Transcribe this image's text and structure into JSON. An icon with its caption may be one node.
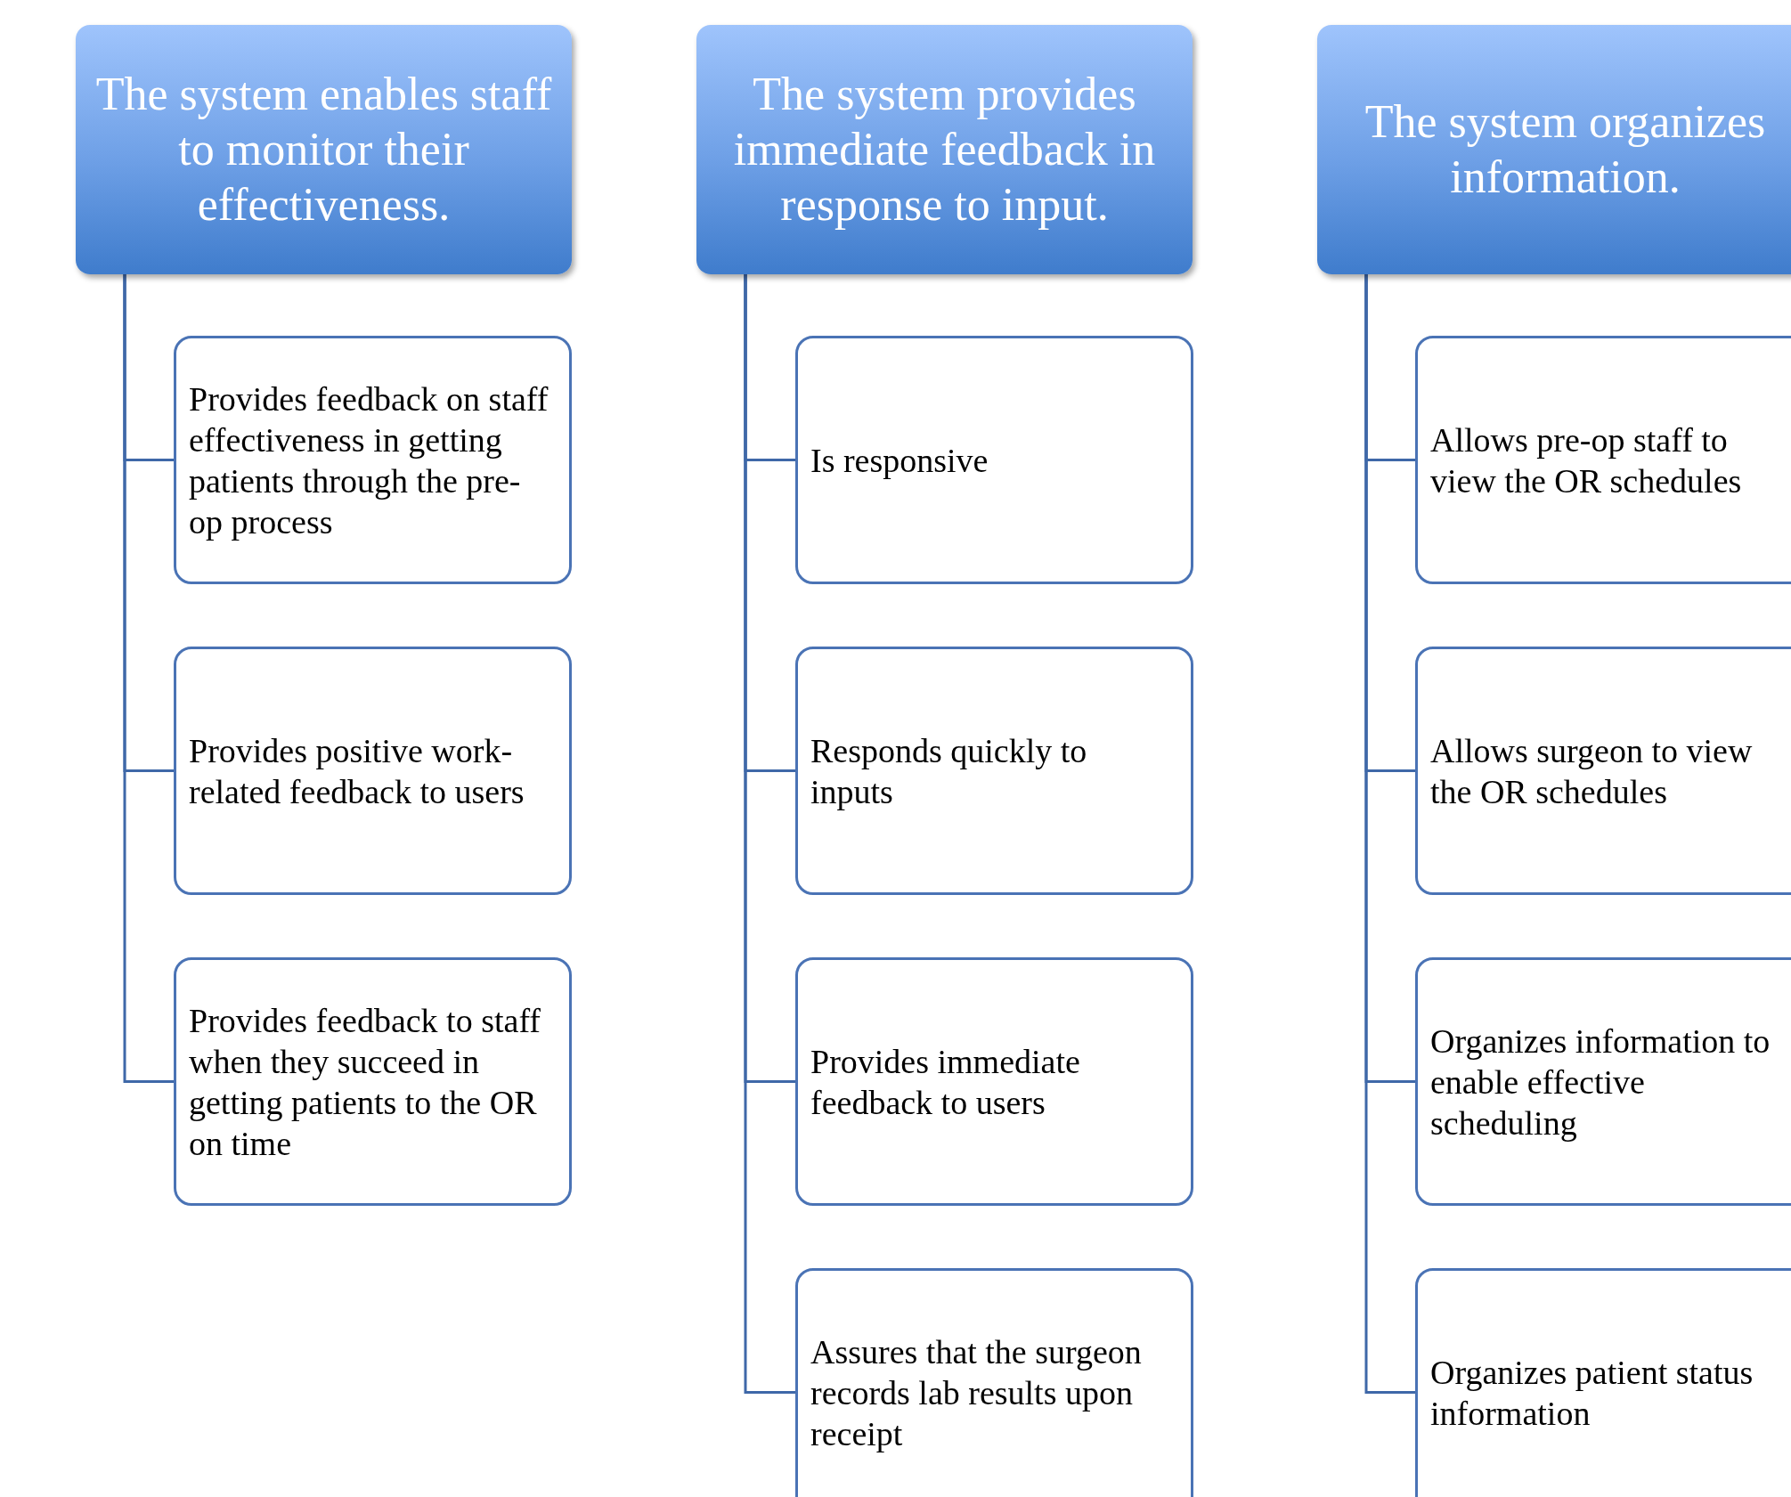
{
  "diagram": {
    "nodes": [
      {
        "text": [
          "The system enables staff to monitor their effectiveness."
        ]
      },
      {
        "text": [
          "Provides feedback on staff effectiveness in getting patients through the pre-op process"
        ]
      },
      {
        "text": [
          "Provides positive work-related feedback to users"
        ]
      },
      {
        "text": [
          "Provides feedback to staff when they succeed in getting patients to the OR on time"
        ]
      },
      {
        "text": [
          "The system provides immediate feedback in response to input."
        ]
      },
      {
        "text": [
          "Is responsive"
        ]
      },
      {
        "text": [
          "Responds quickly to inputs"
        ]
      },
      {
        "text": [
          "Provides immediate feedback to users"
        ]
      },
      {
        "text": [
          "Assures that the surgeon records lab results upon receipt"
        ]
      },
      {
        "text": [
          "The system organizes information."
        ]
      },
      {
        "text": [
          "Allows pre-op staff to view the OR schedules"
        ]
      },
      {
        "text": [
          "Allows surgeon to view the OR schedules"
        ]
      },
      {
        "text": [
          "Organizes information to enable effective scheduling"
        ]
      },
      {
        "text": [
          "Organizes patient status information"
        ]
      }
    ],
    "edges": [
      {
        "from": 0,
        "to": 1,
        "arrow": "none"
      },
      {
        "from": 0,
        "to": 2,
        "arrow": "none"
      },
      {
        "from": 0,
        "to": 3,
        "arrow": "none"
      },
      {
        "from": 4,
        "to": 5,
        "arrow": "none"
      },
      {
        "from": 4,
        "to": 6,
        "arrow": "none"
      },
      {
        "from": 4,
        "to": 7,
        "arrow": "none"
      },
      {
        "from": 4,
        "to": 8,
        "arrow": "none"
      },
      {
        "from": 9,
        "to": 10,
        "arrow": "none"
      },
      {
        "from": 9,
        "to": 11,
        "arrow": "none"
      },
      {
        "from": 9,
        "to": 12,
        "arrow": "none"
      },
      {
        "from": 9,
        "to": 13,
        "arrow": "none"
      }
    ]
  }
}
